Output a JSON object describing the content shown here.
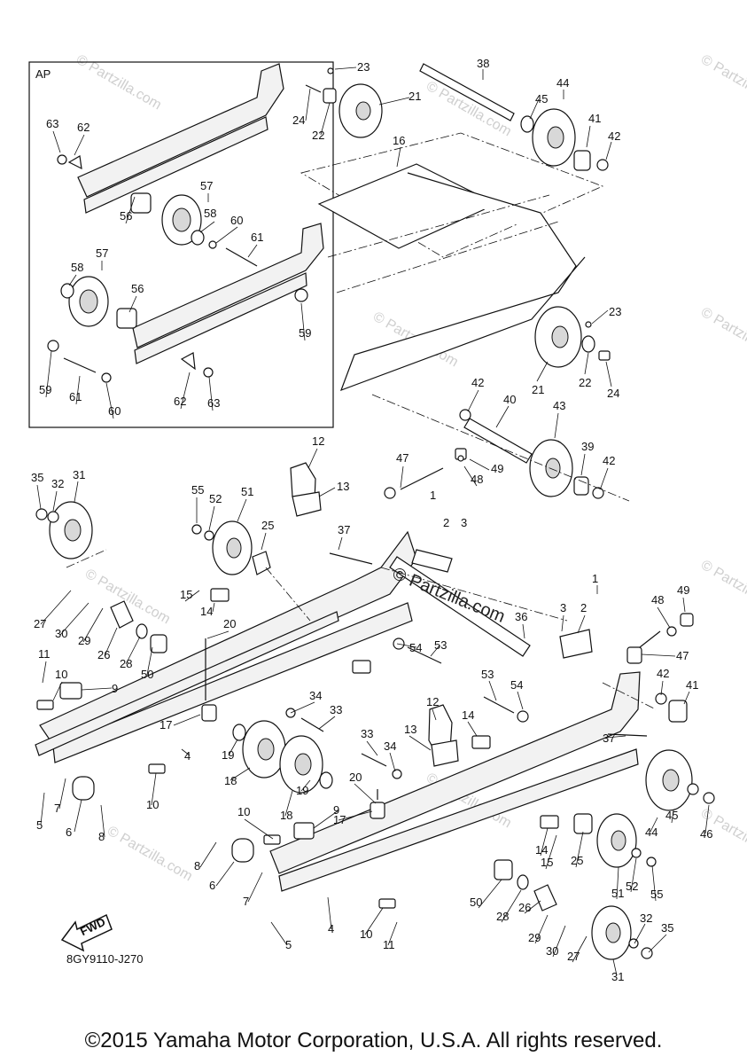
{
  "diagram": {
    "inset_label": "AP",
    "fwd_label": "FWD",
    "code": "8GY9110-J270",
    "watermark_center": "© Partzilla.com",
    "watermark_faint": "© Partzilla.com",
    "copyright": "©2015 Yamaha Motor Corporation, U.S.A. All rights reserved.",
    "callouts": [
      "1",
      "2",
      "3",
      "4",
      "5",
      "6",
      "7",
      "8",
      "9",
      "10",
      "11",
      "12",
      "13",
      "14",
      "15",
      "16",
      "17",
      "18",
      "19",
      "20",
      "21",
      "22",
      "23",
      "24",
      "25",
      "26",
      "27",
      "28",
      "29",
      "30",
      "31",
      "32",
      "33",
      "34",
      "35",
      "36",
      "37",
      "38",
      "39",
      "40",
      "41",
      "42",
      "43",
      "44",
      "45",
      "46",
      "47",
      "48",
      "49",
      "50",
      "51",
      "52",
      "53",
      "54",
      "55",
      "56",
      "57",
      "58",
      "59",
      "60",
      "61",
      "62",
      "63"
    ]
  }
}
